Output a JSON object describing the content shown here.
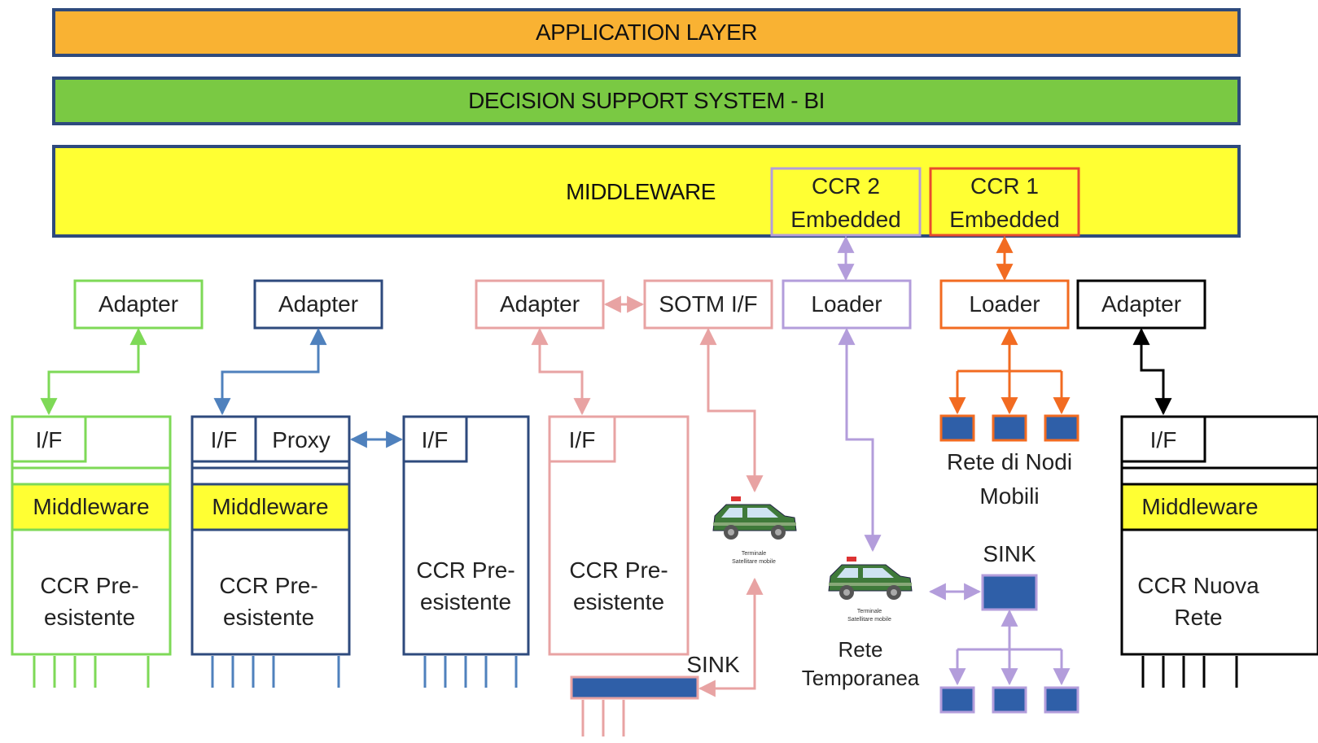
{
  "layers": {
    "application": "APPLICATION LAYER",
    "dss": "DECISION SUPPORT SYSTEM - BI",
    "middleware": "MIDDLEWARE"
  },
  "ccr_embedded": {
    "ccr2": [
      "CCR 2",
      "Embedded"
    ],
    "ccr1": [
      "CCR 1",
      "Embedded"
    ]
  },
  "top_boxes": {
    "adapter_green": "Adapter",
    "adapter_blue": "Adapter",
    "adapter_pink": "Adapter",
    "sotm": "SOTM I/F",
    "loader_purple": "Loader",
    "loader_orange": "Loader",
    "adapter_black": "Adapter"
  },
  "ccr_blocks": {
    "green": {
      "if": "I/F",
      "mw": "Middleware",
      "body": [
        "CCR Pre-",
        "esistente"
      ]
    },
    "blue1": {
      "if": "I/F",
      "proxy": "Proxy",
      "mw": "Middleware",
      "body": [
        "CCR Pre-",
        "esistente"
      ]
    },
    "blue2": {
      "if": "I/F",
      "body": [
        "CCR Pre-",
        "esistente"
      ]
    },
    "pink": {
      "if": "I/F",
      "body": [
        "CCR Pre-",
        "esistente"
      ]
    },
    "black": {
      "if": "I/F",
      "mw": "Middleware",
      "body": [
        "CCR Nuova",
        "Rete"
      ]
    }
  },
  "labels": {
    "rete_nodi": [
      "Rete di Nodi",
      "Mobili"
    ],
    "sink_right": "SINK",
    "sink_bottom": "SINK",
    "rete_temporanea": [
      "Rete",
      "Temporanea"
    ],
    "vehicle_caption": [
      "Terminale",
      "Satellitare mobile"
    ]
  },
  "colors": {
    "application": "#F9B233",
    "dss": "#7AC943",
    "middleware": "#FFFF33",
    "border_blue": "#2E4A7D",
    "green": "#7ED957",
    "blue": "#4F81BD",
    "pink": "#E8A3A3",
    "purple": "#B39DDB",
    "orange": "#F26B21",
    "red": "#E84B2E",
    "black": "#000000",
    "node_fill": "#2F5FA8"
  }
}
